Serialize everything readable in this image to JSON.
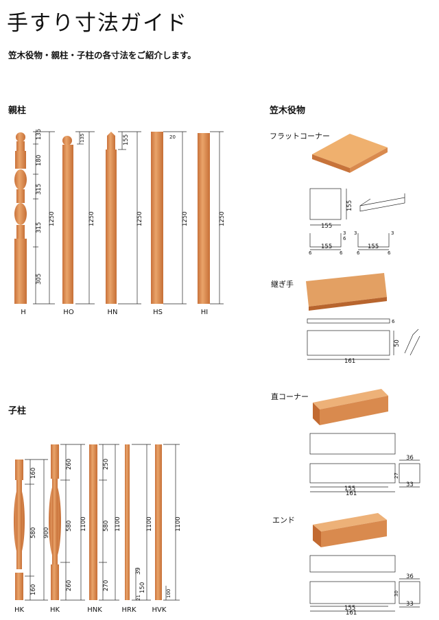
{
  "page": {
    "title": "手すり寸法ガイド",
    "subtitle": "笠木役物・親柱・子柱の各寸法をご紹介します。"
  },
  "oyabashira": {
    "heading": "親柱",
    "posts": [
      {
        "label": "H",
        "dims": [
          "135",
          "180",
          "315",
          "315",
          "305",
          "1250"
        ]
      },
      {
        "label": "HO",
        "dims": [
          "135",
          "1250"
        ]
      },
      {
        "label": "HN",
        "dims": [
          "155",
          "1250"
        ]
      },
      {
        "label": "HS",
        "dims": [
          "20",
          "1250"
        ]
      },
      {
        "label": "HI",
        "dims": [
          "1250"
        ]
      }
    ]
  },
  "kobashira": {
    "heading": "子柱",
    "balusters": [
      {
        "label": "HK",
        "dims": [
          "160",
          "580",
          "160",
          "900"
        ]
      },
      {
        "label": "HK",
        "dims": [
          "260",
          "580",
          "260",
          "1100"
        ]
      },
      {
        "label": "HNK",
        "dims": [
          "250",
          "580",
          "270",
          "1100"
        ]
      },
      {
        "label": "HRK",
        "dims": [
          "39",
          "150",
          "21",
          "1100"
        ]
      },
      {
        "label": "HVK",
        "dims": [
          "100",
          "1100"
        ]
      }
    ]
  },
  "kasagi": {
    "heading": "笠木役物",
    "items": [
      {
        "name": "フラットコーナー",
        "dims": [
          "155",
          "155",
          "155",
          "155",
          "3",
          "3",
          "3",
          "6",
          "6",
          "6",
          "6",
          "6"
        ]
      },
      {
        "name": "継ぎ手",
        "dims": [
          "161",
          "50",
          "6"
        ]
      },
      {
        "name": "直コーナー",
        "dims": [
          "155",
          "161",
          "36",
          "27",
          "33"
        ]
      },
      {
        "name": "エンド",
        "dims": [
          "155",
          "161",
          "36",
          "30",
          "33"
        ]
      }
    ]
  },
  "colors": {
    "wood_light": "#e8a870",
    "wood_mid": "#d98a4e",
    "wood_dark": "#b8652e",
    "line": "#222222"
  }
}
